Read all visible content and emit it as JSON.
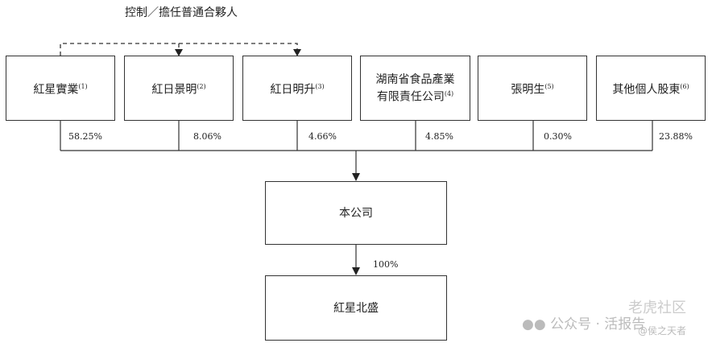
{
  "control_label": "控制／擔任普通合夥人",
  "shareholders": [
    {
      "name": "紅星實業",
      "note": "(1)",
      "pct": "58.25%"
    },
    {
      "name": "紅日景明",
      "note": "(2)",
      "pct": "8.06%"
    },
    {
      "name": "紅日明升",
      "note": "(3)",
      "pct": "4.66%"
    },
    {
      "name": "湖南省食品產業有限責任公司",
      "note": "(4)",
      "pct": "4.85%"
    },
    {
      "name": "張明生",
      "note": "(5)",
      "pct": "0.30%"
    },
    {
      "name": "其他個人股東",
      "note": "(6)",
      "pct": "23.88%"
    }
  ],
  "company": "本公司",
  "subsidiary": {
    "name": "紅星北盛",
    "pct": "100%"
  },
  "watermark": {
    "wechat": "公众号 · 活报告",
    "community": "老虎社区",
    "author": "@侯之天者"
  }
}
